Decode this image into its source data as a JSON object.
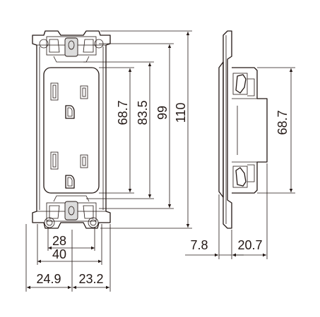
{
  "front_view": {
    "vertical_dims": [
      "68.7",
      "83.5",
      "99",
      "110"
    ],
    "horizontal_dims": [
      "28",
      "40",
      "24.9",
      "23.2"
    ]
  },
  "side_view": {
    "vertical_dims": [
      "68.7"
    ],
    "horizontal_dims": [
      "7.8",
      "20.7"
    ]
  }
}
